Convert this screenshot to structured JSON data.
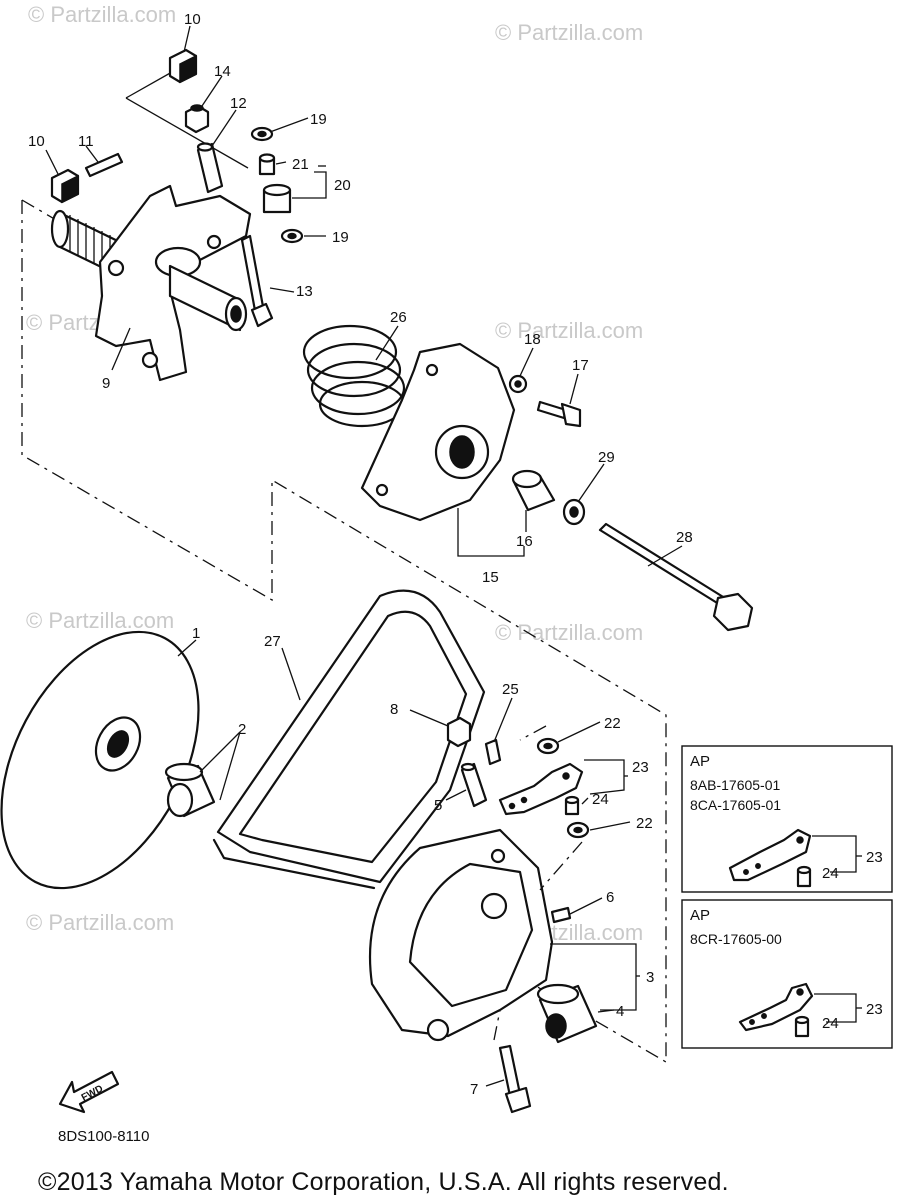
{
  "watermark": "© Partzilla.com",
  "callouts": {
    "c1": "1",
    "c2": "2",
    "c3": "3",
    "c4": "4",
    "c5": "5",
    "c6": "6",
    "c7": "7",
    "c8": "8",
    "c9": "9",
    "c10a": "10",
    "c10b": "10",
    "c11": "11",
    "c12": "12",
    "c13": "13",
    "c14": "14",
    "c15": "15",
    "c16": "16",
    "c17": "17",
    "c18": "18",
    "c19a": "19",
    "c19b": "19",
    "c20": "20",
    "c21": "21",
    "c22a": "22",
    "c22b": "22",
    "c23": "23",
    "c24": "24",
    "c25": "25",
    "c26": "26",
    "c27": "27",
    "c28": "28",
    "c29": "29"
  },
  "ap_boxes": [
    {
      "heading": "AP",
      "codes": [
        "8AB-17605-01",
        "8CA-17605-01"
      ],
      "part_a": "23",
      "part_b": "24"
    },
    {
      "heading": "AP",
      "codes": [
        "8CR-17605-00"
      ],
      "part_a": "23",
      "part_b": "24"
    }
  ],
  "fwd_label": "FWD",
  "diagram_code": "8DS100-8110",
  "copyright": "©2013 Yamaha Motor Corporation, U.S.A. All rights reserved."
}
